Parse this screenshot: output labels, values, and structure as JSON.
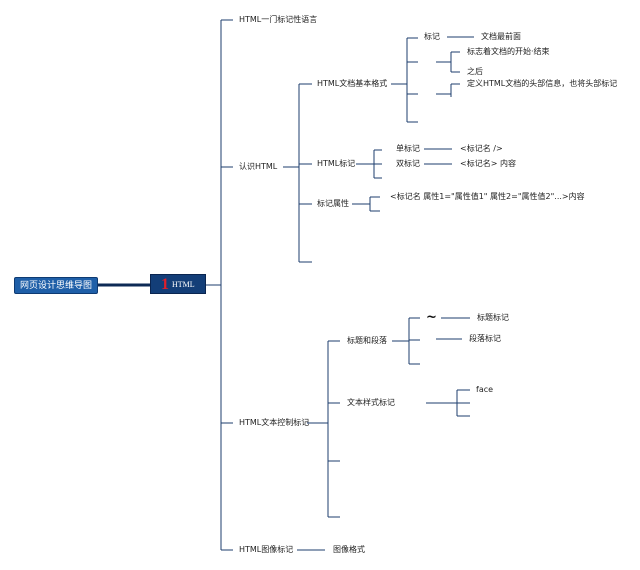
{
  "root": {
    "label": "网页设计思维导图"
  },
  "hub": {
    "number": "1",
    "label": "HTML"
  },
  "branches": {
    "intro": {
      "label": "HTML一门标记性语言"
    },
    "know": {
      "label": "认识HTML",
      "format": {
        "label": "HTML文档基本格式",
        "tag": "标记",
        "tag_desc": "文档最前面",
        "item_a_line1": "标志着文档的开始·结束",
        "item_a_line2": "之后",
        "item_b": "定义HTML文档的头部信息，也将头部标记"
      },
      "tags": {
        "label": "HTML标记",
        "single": "单标记",
        "single_syntax": "<标记名 />",
        "double": "双标记",
        "double_syntax": "<标记名> 内容"
      },
      "attrs": {
        "label": "标记属性",
        "syntax": "<标记名 属性1=\"属性值1\" 属性2=\"属性值2\"...>内容"
      }
    },
    "text": {
      "label": "HTML文本控制标记",
      "heading": {
        "label": "标题和段落",
        "symbol": "~",
        "heading_tag": "标题标记",
        "para_tag": "段落标记"
      },
      "style": {
        "label": "文本样式标记",
        "face": "face"
      }
    },
    "image": {
      "label": "HTML图像标记",
      "format": "图像格式"
    }
  }
}
